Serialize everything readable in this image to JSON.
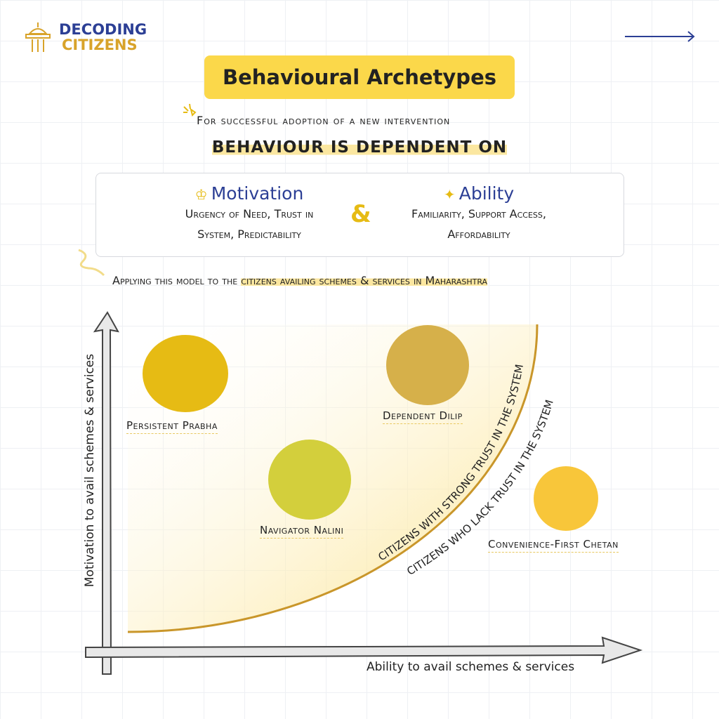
{
  "logo": {
    "line1": "DECODING",
    "line2": "CITIZENS"
  },
  "title": "Behavioural Archetypes",
  "subtitle": "For successful adoption of a new intervention",
  "headline": "BEHAVIOUR IS DEPENDENT ON",
  "motivation": {
    "title": "Motivation",
    "line1": "Urgency of Need, Trust in",
    "line2": "System, Predictability"
  },
  "ampersand": "&",
  "ability": {
    "title": "Ability",
    "line1": "Familiarity, Support Access,",
    "line2": "Affordability"
  },
  "apply": {
    "prefix": "Applying this model to the ",
    "highlight": "citizens availing schemes & services in  Maharashtra"
  },
  "axes": {
    "y": "Motivation to avail schemes & services",
    "x": "Ability to avail schemes & services"
  },
  "curve": {
    "inside": "CITIZENS WITH STRONG TRUST IN THE SYSTEM",
    "outside": "CITIZENS WHO LACK TRUST IN THE SYSTEM"
  },
  "archetypes": [
    {
      "name": "Persistent Prabha",
      "color": "#e6bb14"
    },
    {
      "name": "Dependent Dilip",
      "color": "#d6b04a"
    },
    {
      "name": "Navigator Nalini",
      "color": "#d3cf3c"
    },
    {
      "name": "Convenience-First Chetan",
      "color": "#f8c63a"
    }
  ],
  "colors": {
    "accent": "#fbd84a",
    "navy": "#2c3f95",
    "gold": "#d8a32a"
  }
}
